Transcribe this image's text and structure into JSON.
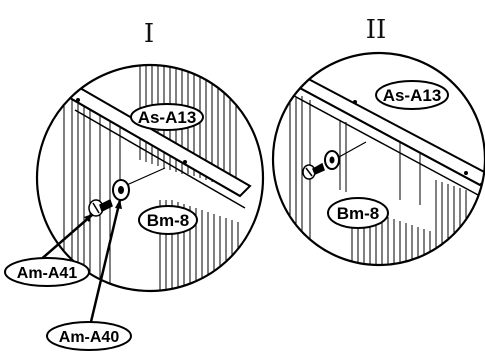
{
  "panels": [
    {
      "numeral": "I",
      "labels": {
        "bar": "As-A13",
        "bolt": "Bm-8",
        "screw": "Am-A41",
        "washer": "Am-A40"
      }
    },
    {
      "numeral": "II",
      "labels": {
        "bar": "As-A13",
        "bolt": "Bm-8"
      }
    }
  ]
}
